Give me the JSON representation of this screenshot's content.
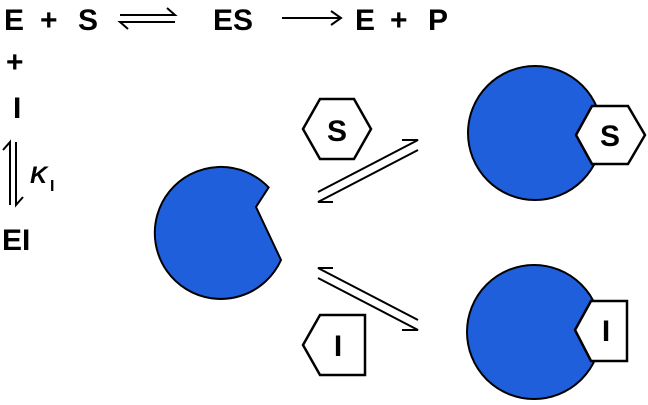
{
  "scheme": {
    "e1": "E",
    "plus1": "+",
    "s1": "S",
    "es": "ES",
    "e2": "E",
    "plus2": "+",
    "p": "P",
    "plus_v": "+",
    "i": "I",
    "k_base": "K",
    "k_sub": "I",
    "ei": "EI"
  },
  "cartoon": {
    "substrate_label": "S",
    "bound_substrate_label": "S",
    "inhibitor_label": "I",
    "bound_inhibitor_label": "I"
  },
  "colors": {
    "enzyme_fill": "#1f5fdc",
    "stroke": "#000000",
    "ligand_fill": "#ffffff"
  }
}
